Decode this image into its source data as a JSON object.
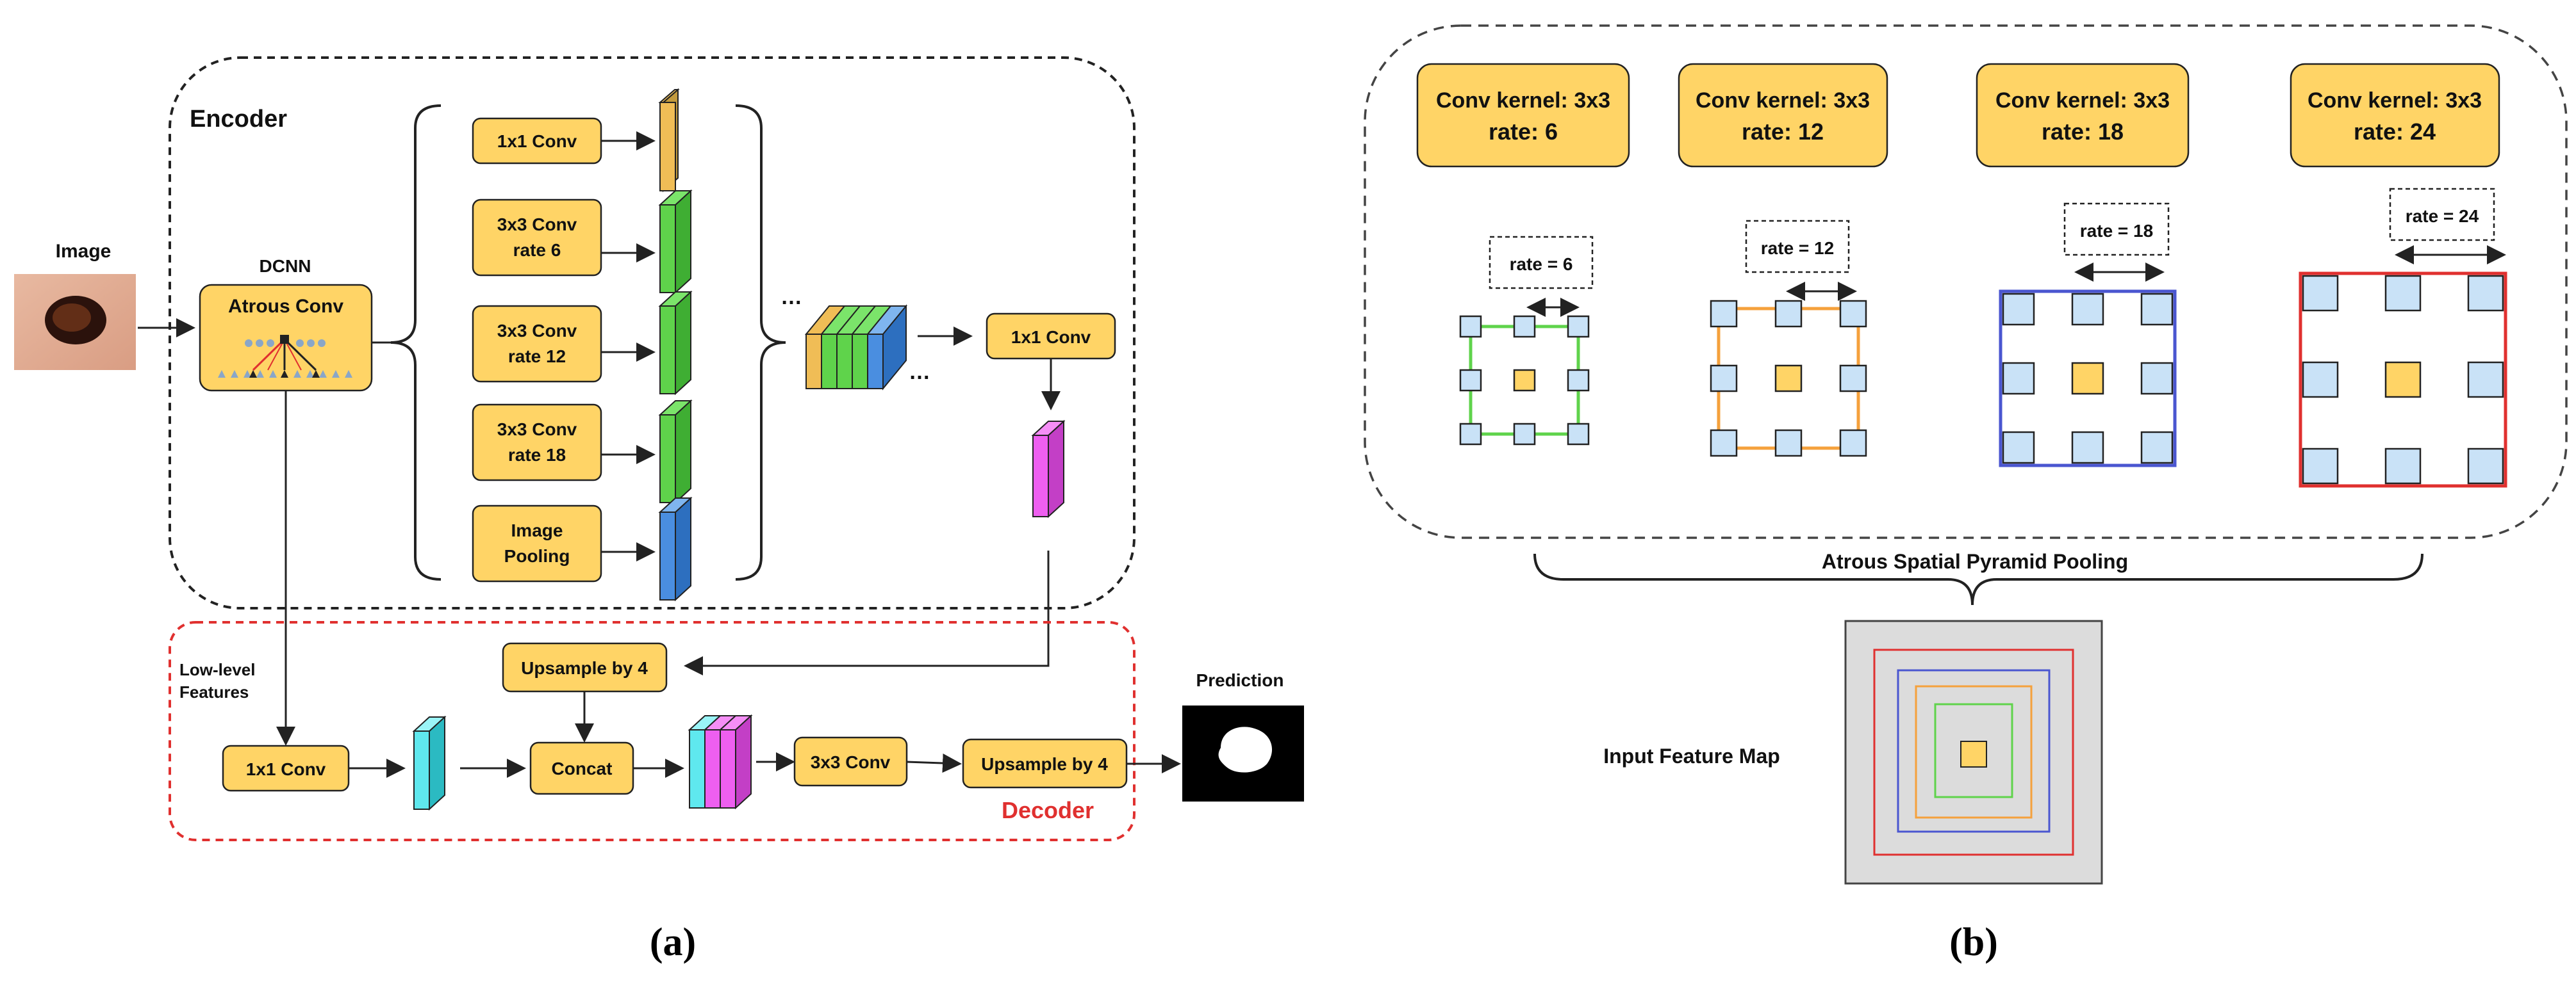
{
  "panel_a": {
    "image_label": "Image",
    "encoder_label": "Encoder",
    "dcnn_label": "DCNN",
    "atrous_conv_label": "Atrous Conv",
    "branch_1x1": "1x1 Conv",
    "branch_rate6": [
      "3x3 Conv",
      "rate 6"
    ],
    "branch_rate12": [
      "3x3 Conv",
      "rate 12"
    ],
    "branch_rate18": [
      "3x3 Conv",
      "rate 18"
    ],
    "branch_pooling": [
      "Image",
      "Pooling"
    ],
    "ellipsis": "…",
    "after_concat_conv": "1x1 Conv",
    "decoder_label": "Decoder",
    "low_level_label": [
      "Low-level",
      "Features"
    ],
    "low_level_conv": "1x1 Conv",
    "upsample_top": "Upsample by 4",
    "concat_label": "Concat",
    "conv3x3_label": "3x3 Conv",
    "upsample_bottom": "Upsample by 4",
    "prediction_label": "Prediction",
    "caption": "(a)"
  },
  "panel_b": {
    "kernels": [
      {
        "title": "Conv kernel: 3x3",
        "rate_text": "rate: 6",
        "rate_label": "rate = 6",
        "border_color": "#5fd34b"
      },
      {
        "title": "Conv kernel: 3x3",
        "rate_text": "rate: 12",
        "rate_label": "rate = 12",
        "border_color": "#f5a13c"
      },
      {
        "title": "Conv kernel: 3x3",
        "rate_text": "rate: 18",
        "rate_label": "rate = 18",
        "border_color": "#4a56d0"
      },
      {
        "title": "Conv kernel: 3x3",
        "rate_text": "rate: 24",
        "rate_label": "rate = 24",
        "border_color": "#e0302f"
      }
    ],
    "aspp_label": "Atrous Spatial Pyramid Pooling",
    "input_map_label": "Input Feature Map",
    "caption": "(b)"
  },
  "colors": {
    "box_fill": "#ffd466",
    "green": "#5fd34b",
    "blue": "#4a8ee0",
    "cyan": "#5fe8ee",
    "magenta": "#ee5ff0",
    "decoder_red": "#e0302f",
    "cell_blue": "#c9e2f7"
  }
}
